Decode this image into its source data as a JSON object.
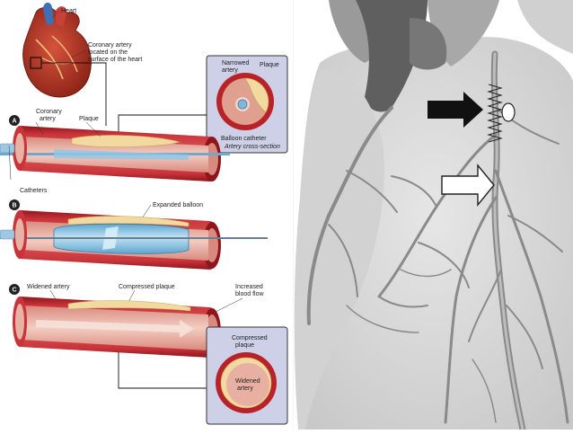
{
  "labels": {
    "heart": "Heart",
    "coronary_location_1": "Coronary artery",
    "coronary_location_2": "located on the",
    "coronary_location_3": "surface of the heart",
    "coronary_artery_1": "Coronary",
    "coronary_artery_2": "artery",
    "plaque": "Plaque",
    "catheters": "Catheters",
    "expanded_balloon": "Expanded balloon",
    "widened_artery": "Widened artery",
    "compressed_plaque": "Compressed plaque",
    "increased_flow_1": "Increased",
    "increased_flow_2": "blood flow",
    "cs_narrowed_1": "Narrowed",
    "cs_narrowed_2": "artery",
    "cs_plaque": "Plaque",
    "cs_balloon": "Balloon catheter",
    "cs_title": "Artery cross-section",
    "cs2_compressed_1": "Compressed",
    "cs2_compressed_2": "plaque",
    "cs2_widened_1": "Widened",
    "cs2_widened_2": "artery"
  },
  "steps": {
    "a": "A",
    "b": "B",
    "c": "C"
  },
  "colors": {
    "artery_wall": "#b8232a",
    "artery_dark": "#7d1216",
    "artery_lumen": "#e9b4a6",
    "plaque": "#f1d9a0",
    "balloon": "#8ec7e6",
    "inset_bg": "#cdd0e6",
    "heart_gray": "#d9d9d9"
  }
}
